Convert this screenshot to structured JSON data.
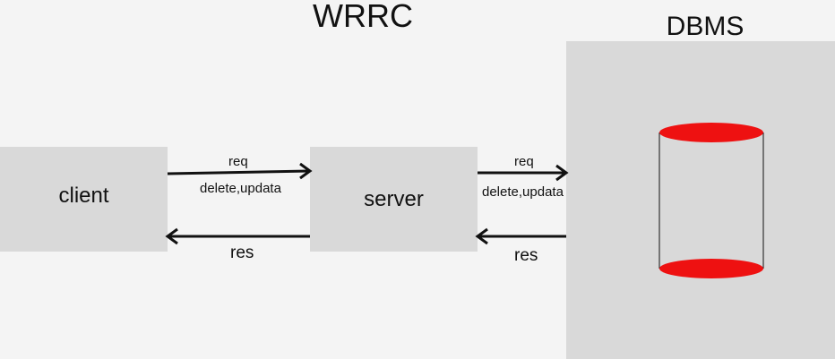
{
  "title": "WRRC",
  "client": {
    "label": "client"
  },
  "server": {
    "label": "server"
  },
  "dbms": {
    "label": "DBMS"
  },
  "client_to_server": {
    "top_label": "req",
    "bottom_label": "delete,updata",
    "return_label": "res"
  },
  "server_to_dbms": {
    "top_label": "req",
    "bottom_label": "delete,updata",
    "return_label": "res"
  },
  "colors": {
    "background": "#f4f4f4",
    "box": "#d9d9d9",
    "database_cap": "#ee1111",
    "stroke": "#111111"
  }
}
